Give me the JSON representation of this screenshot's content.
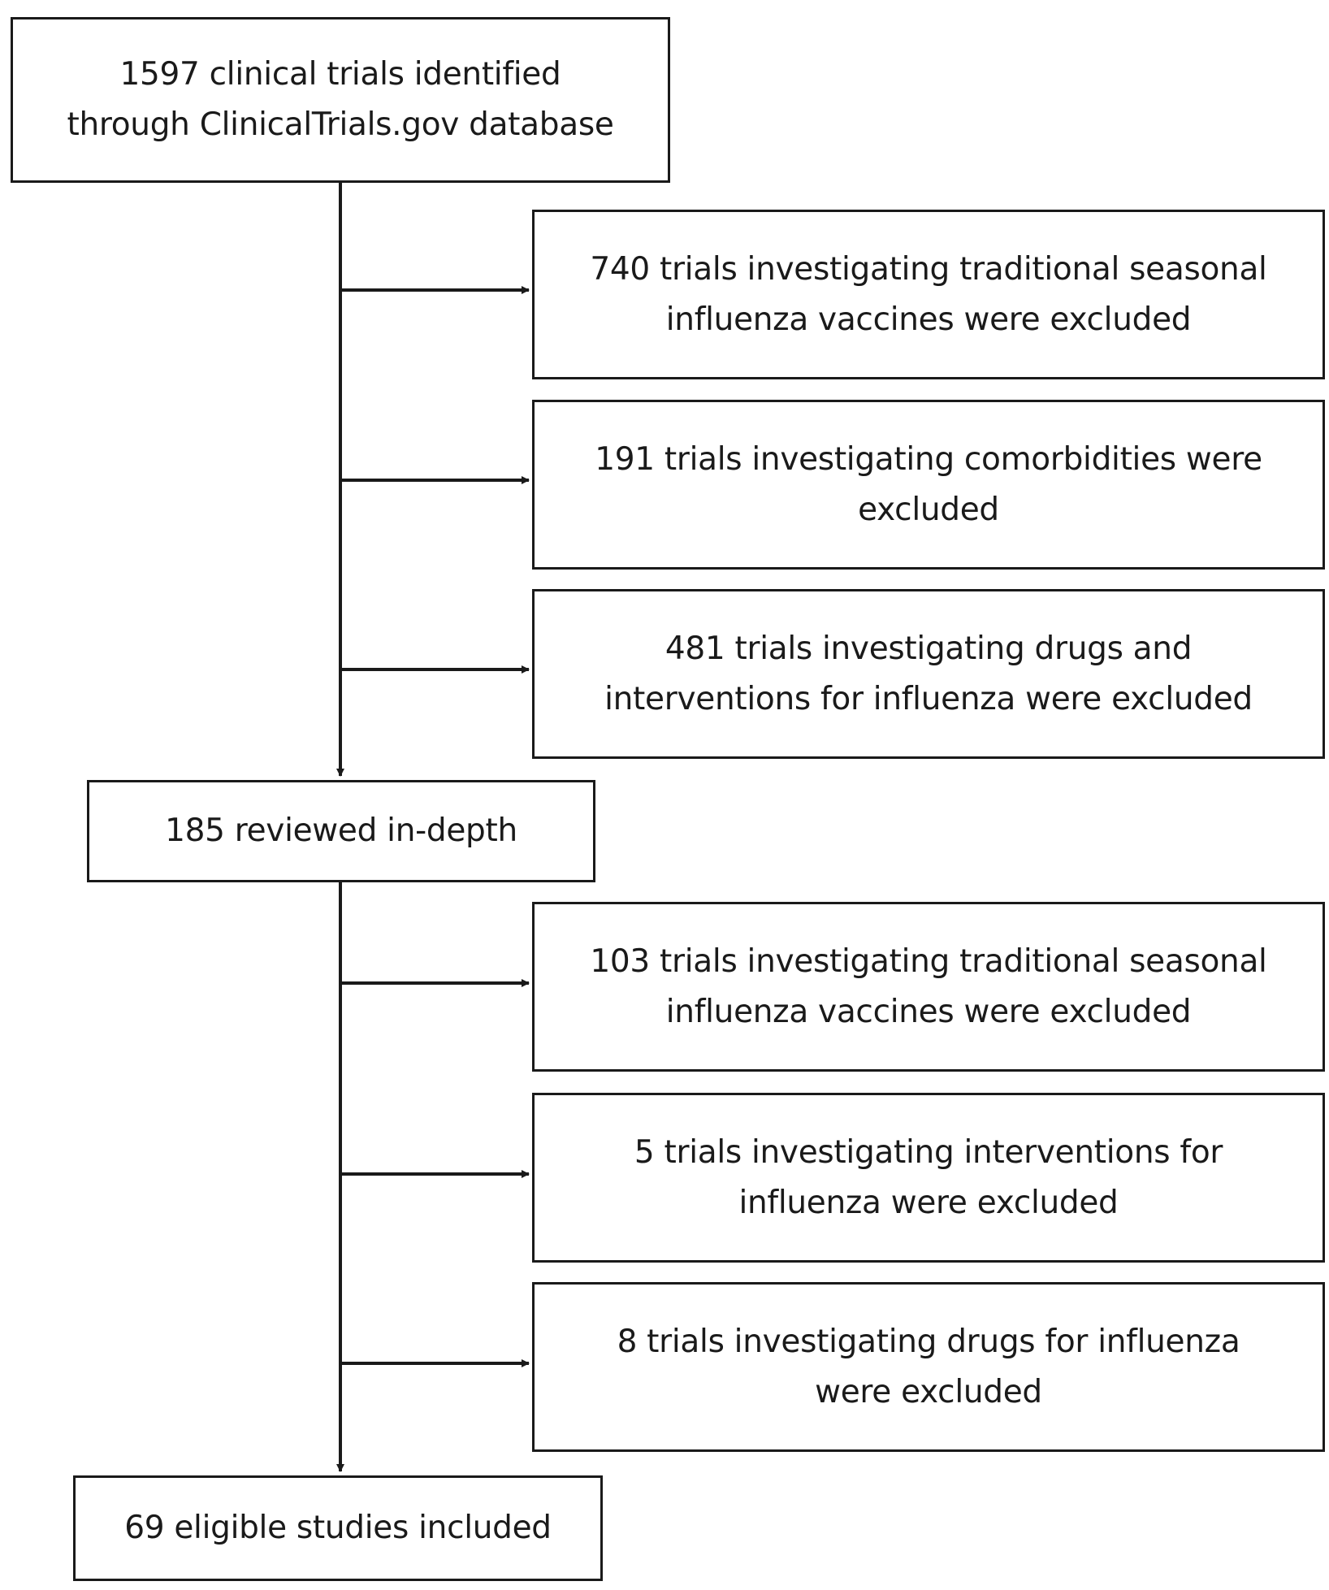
{
  "flowchart": {
    "identified": "1597 clinical trials identified\nthrough ClinicalTrials.gov database",
    "stage1_exclusions": [
      "740 trials investigating traditional seasonal\ninfluenza vaccines were excluded",
      "191 trials investigating comorbidities were\nexcluded",
      "481 trials investigating drugs and\ninterventions for influenza were excluded"
    ],
    "reviewed": "185 reviewed in-depth",
    "stage2_exclusions": [
      "103 trials investigating traditional seasonal\ninfluenza vaccines were excluded",
      "5 trials investigating interventions for\ninfluenza were excluded",
      "8 trials investigating drugs for influenza\nwere excluded"
    ],
    "included": "69 eligible studies included"
  }
}
